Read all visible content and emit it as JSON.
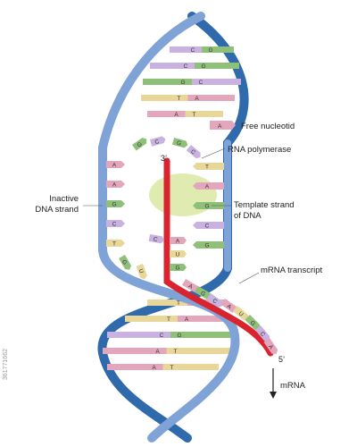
{
  "labels": {
    "free_nucleotide": "Free nucleotid",
    "rna_polymerase": "RNA polymerase",
    "inactive_strand": [
      "Inactive",
      "DNA strand"
    ],
    "template_strand": [
      "Template strand",
      "of DNA"
    ],
    "mrna_transcript": "mRNA transcript",
    "three_prime": "3’",
    "five_prime": "5’",
    "mrna": "mRNA"
  },
  "watermark": "361771662",
  "colors": {
    "strand_light": "#7fa3d6",
    "strand_dark": "#2f6aad",
    "mrna": "#d9232e",
    "polymerase": "#dde9a8",
    "base_A": "#e3a6bc",
    "base_T": "#e9d79a",
    "base_G": "#8fc07a",
    "base_C": "#c9b2df",
    "base_U": "#e9d79a"
  },
  "legend_nucleotide": "A",
  "top_rungs": [
    {
      "left": "C",
      "right": "G"
    },
    {
      "left": "C",
      "right": "G"
    },
    {
      "left": "G",
      "right": "C"
    },
    {
      "left": "T",
      "right": "A"
    },
    {
      "left": "A",
      "right": "T"
    }
  ],
  "bottom_rungs": [
    {
      "left": "T",
      "right": "A"
    },
    {
      "left": "T",
      "right": "A"
    },
    {
      "left": "C",
      "right": "G"
    },
    {
      "left": "A",
      "right": "T"
    },
    {
      "left": "A",
      "right": "T"
    }
  ],
  "inactive_bases": [
    "A",
    "A",
    "G",
    "C",
    "T"
  ],
  "template_bases": [
    "T",
    "A",
    "G",
    "C",
    "G"
  ],
  "bubble_top_free": [
    "G",
    "C",
    "G",
    "C"
  ],
  "bubble_bottom_free": [
    "G",
    "U",
    "C"
  ],
  "transcript_bases": [
    "A",
    "U",
    "G",
    "A",
    "G",
    "C",
    "A",
    "U",
    "G",
    "C",
    "A"
  ]
}
